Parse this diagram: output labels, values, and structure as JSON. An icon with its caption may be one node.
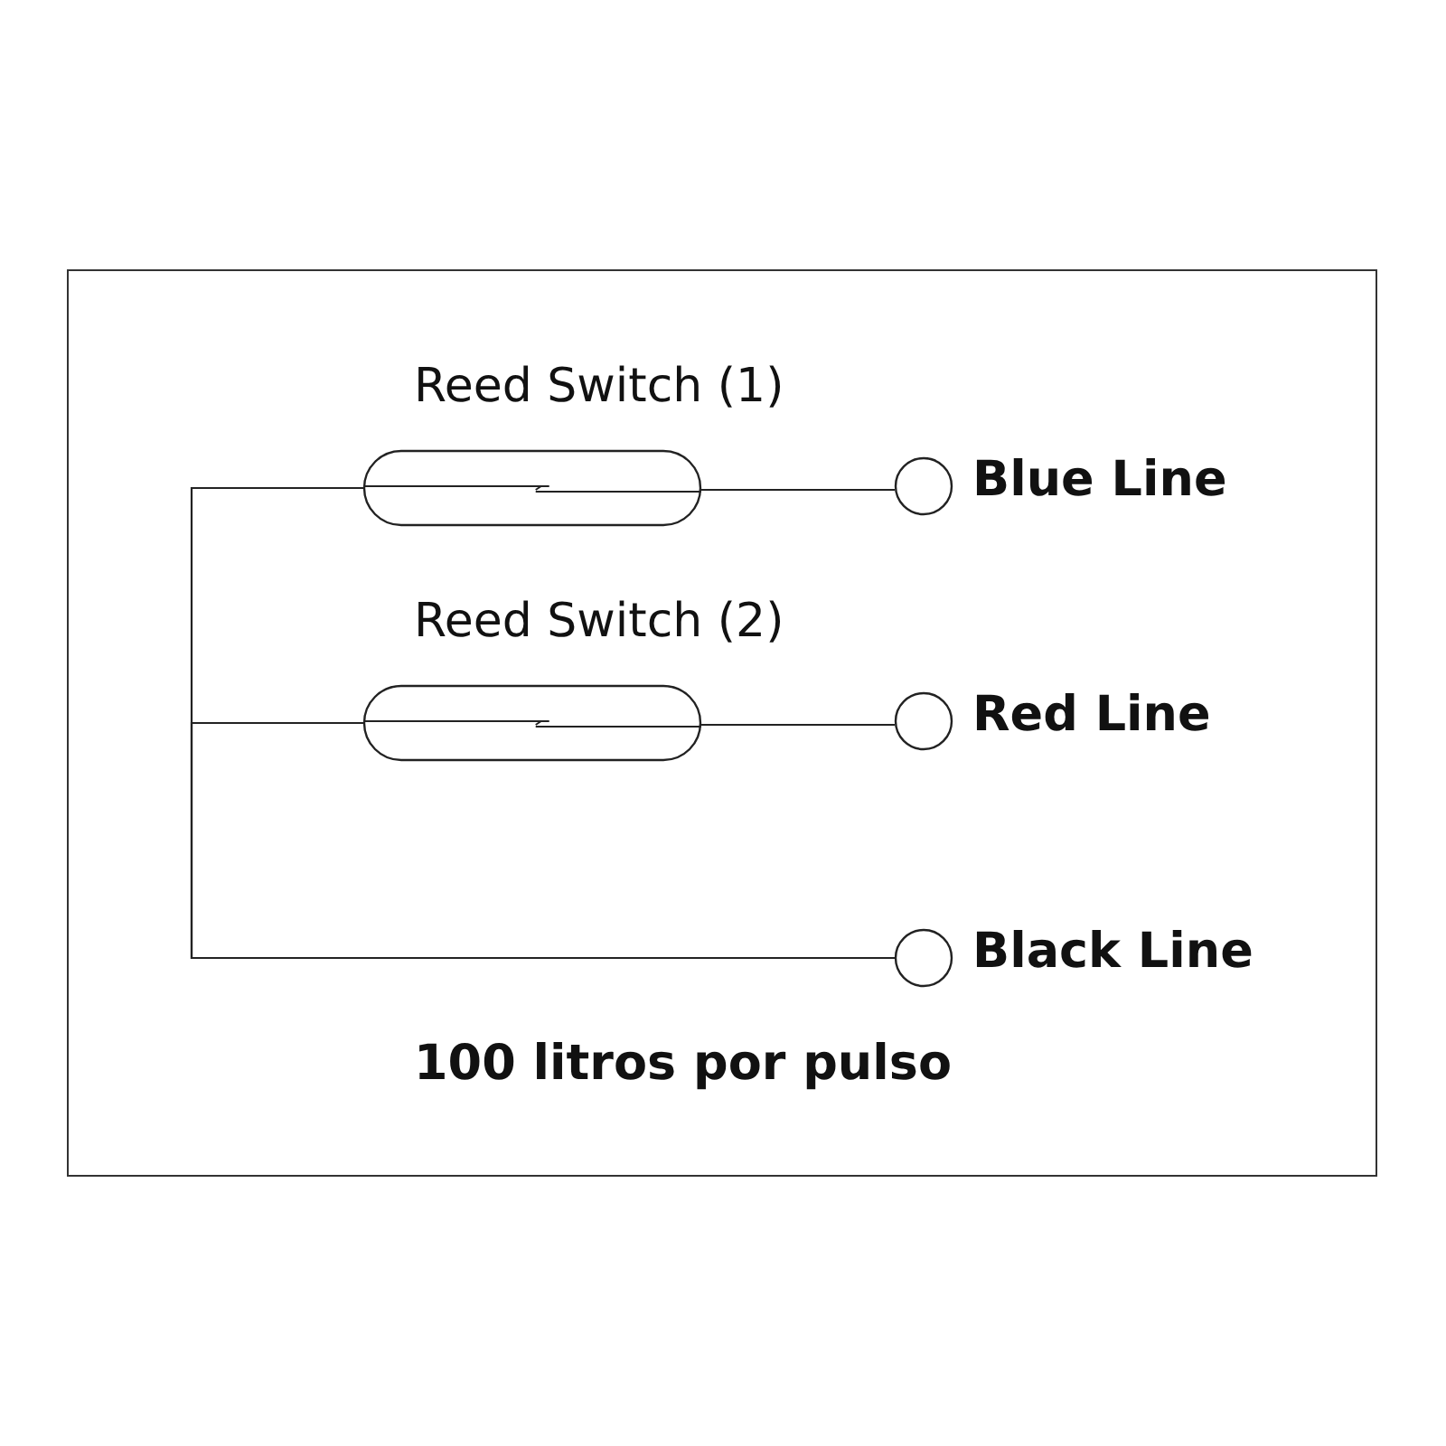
{
  "diagram": {
    "nodes": [
      {
        "text": [
          "Reed Switch (1)"
        ]
      },
      {
        "text": [
          "Reed Switch (2)"
        ]
      },
      {
        "text": [],
        "shape": "circle",
        "beside": [
          "Blue Line"
        ]
      },
      {
        "text": [],
        "shape": "circle",
        "beside": [
          "Red Line"
        ]
      },
      {
        "text": [],
        "shape": "circle",
        "beside": [
          "Black Line"
        ]
      }
    ],
    "edges": [
      {
        "from": 0,
        "to": 2,
        "arrow": "none"
      },
      {
        "from": 1,
        "to": 3,
        "arrow": "none"
      },
      {
        "from": 4,
        "to": 0,
        "arrow": "none"
      },
      {
        "from": 4,
        "to": 1,
        "arrow": "none"
      }
    ],
    "labels": [
      "100 litros por pulso"
    ]
  }
}
